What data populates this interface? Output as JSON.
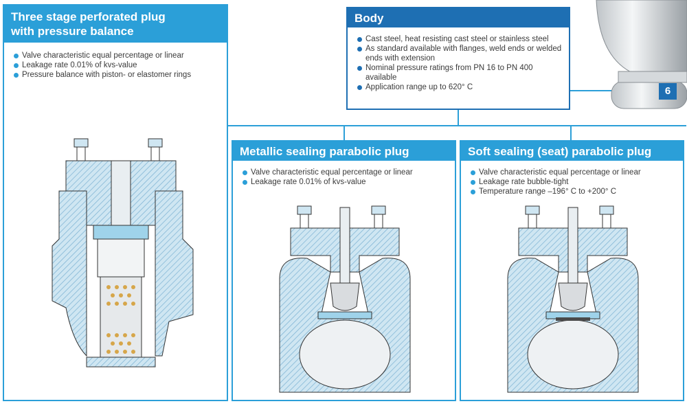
{
  "colors": {
    "accent": "#2b9fd8",
    "accent_dark": "#1e6fb3",
    "steel": "#cfe6f2",
    "hatch": "#7fb4d4"
  },
  "panels": {
    "three_stage": {
      "title_line1": "Three stage perforated plug",
      "title_line2": "with pressure balance",
      "bullets": [
        "Valve characteristic equal percentage or linear",
        "Leakage rate 0.01% of kvs-value",
        "Pressure balance with piston- or elastomer rings"
      ]
    },
    "body": {
      "title": "Body",
      "bullets": [
        "Cast steel, heat resisting cast steel or stainless steel",
        "As standard available with flanges, weld ends or welded ends with extension",
        "Nominal pressure ratings from PN 16 to PN 400 available",
        "Application range up to 620° C"
      ],
      "callout_number": "6"
    },
    "metallic": {
      "title": "Metallic sealing parabolic plug",
      "bullets": [
        "Valve characteristic equal percentage or linear",
        "Leakage rate 0.01% of kvs-value"
      ]
    },
    "soft": {
      "title": "Soft sealing (seat) parabolic plug",
      "bullets": [
        "Valve characteristic equal percentage or linear",
        "Leakage rate bubble-tight",
        "Temperature range –196° C to +200° C"
      ]
    }
  }
}
